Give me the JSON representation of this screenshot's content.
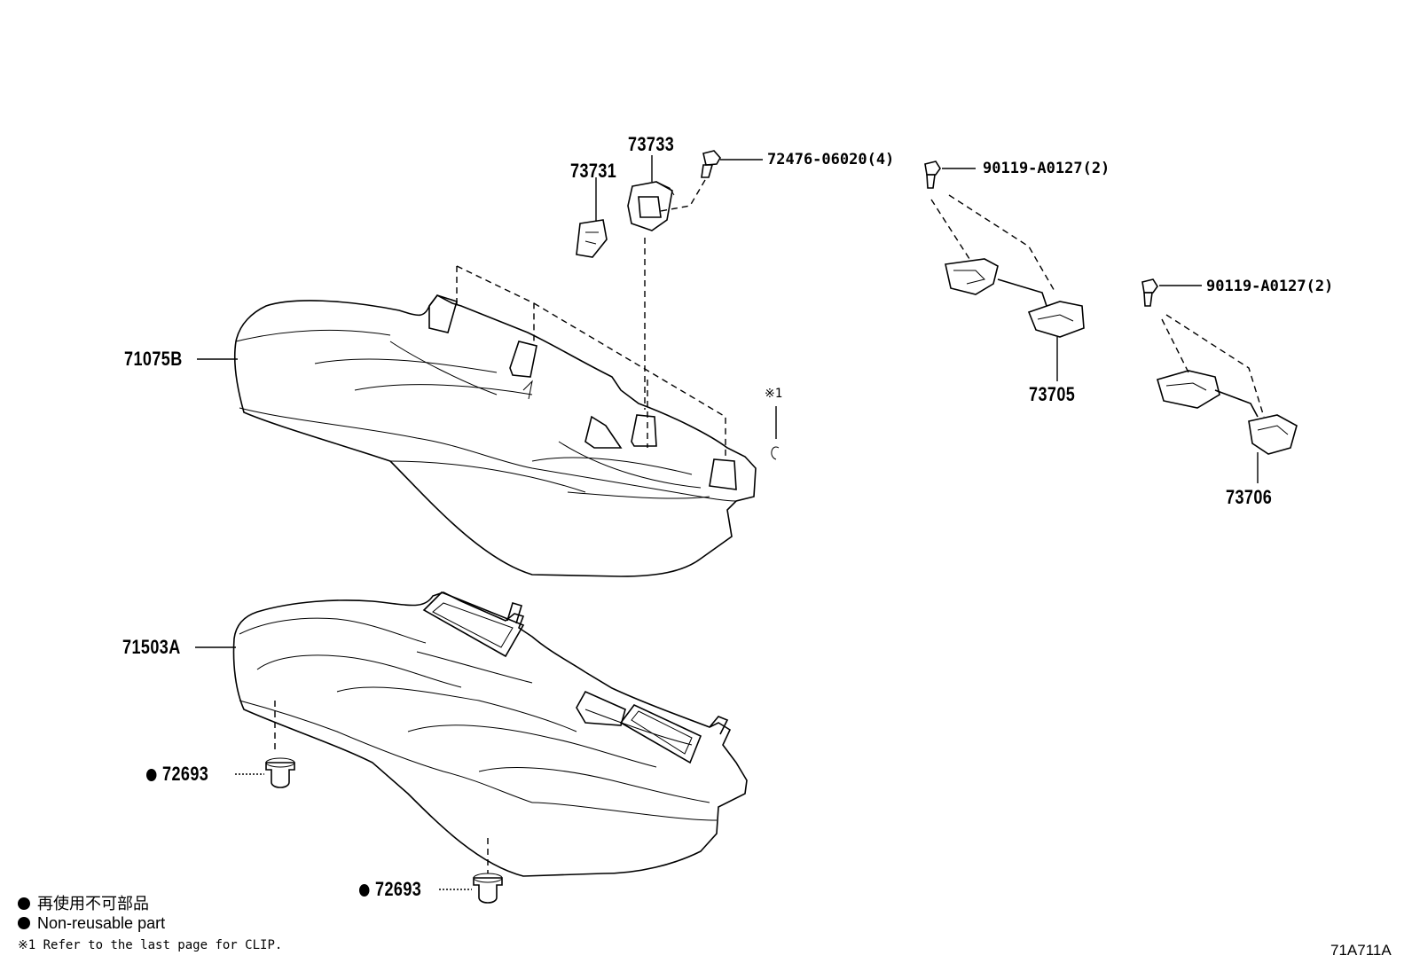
{
  "parts": {
    "p71075B": "71075B",
    "p71503A": "71503A",
    "p73731": "73731",
    "p73733": "73733",
    "p72476": "72476-06020(4)",
    "p90119_a": "90119-A0127(2)",
    "p90119_b": "90119-A0127(2)",
    "p73705": "73705",
    "p73706": "73706",
    "p72693_a": "72693",
    "p72693_b": "72693",
    "clip_ref": "※1"
  },
  "legend": {
    "jp": "再使用不可部品",
    "en": "Non-reusable part",
    "note": "※1 Refer to the last page for CLIP."
  },
  "diagram_code": "71A711A"
}
